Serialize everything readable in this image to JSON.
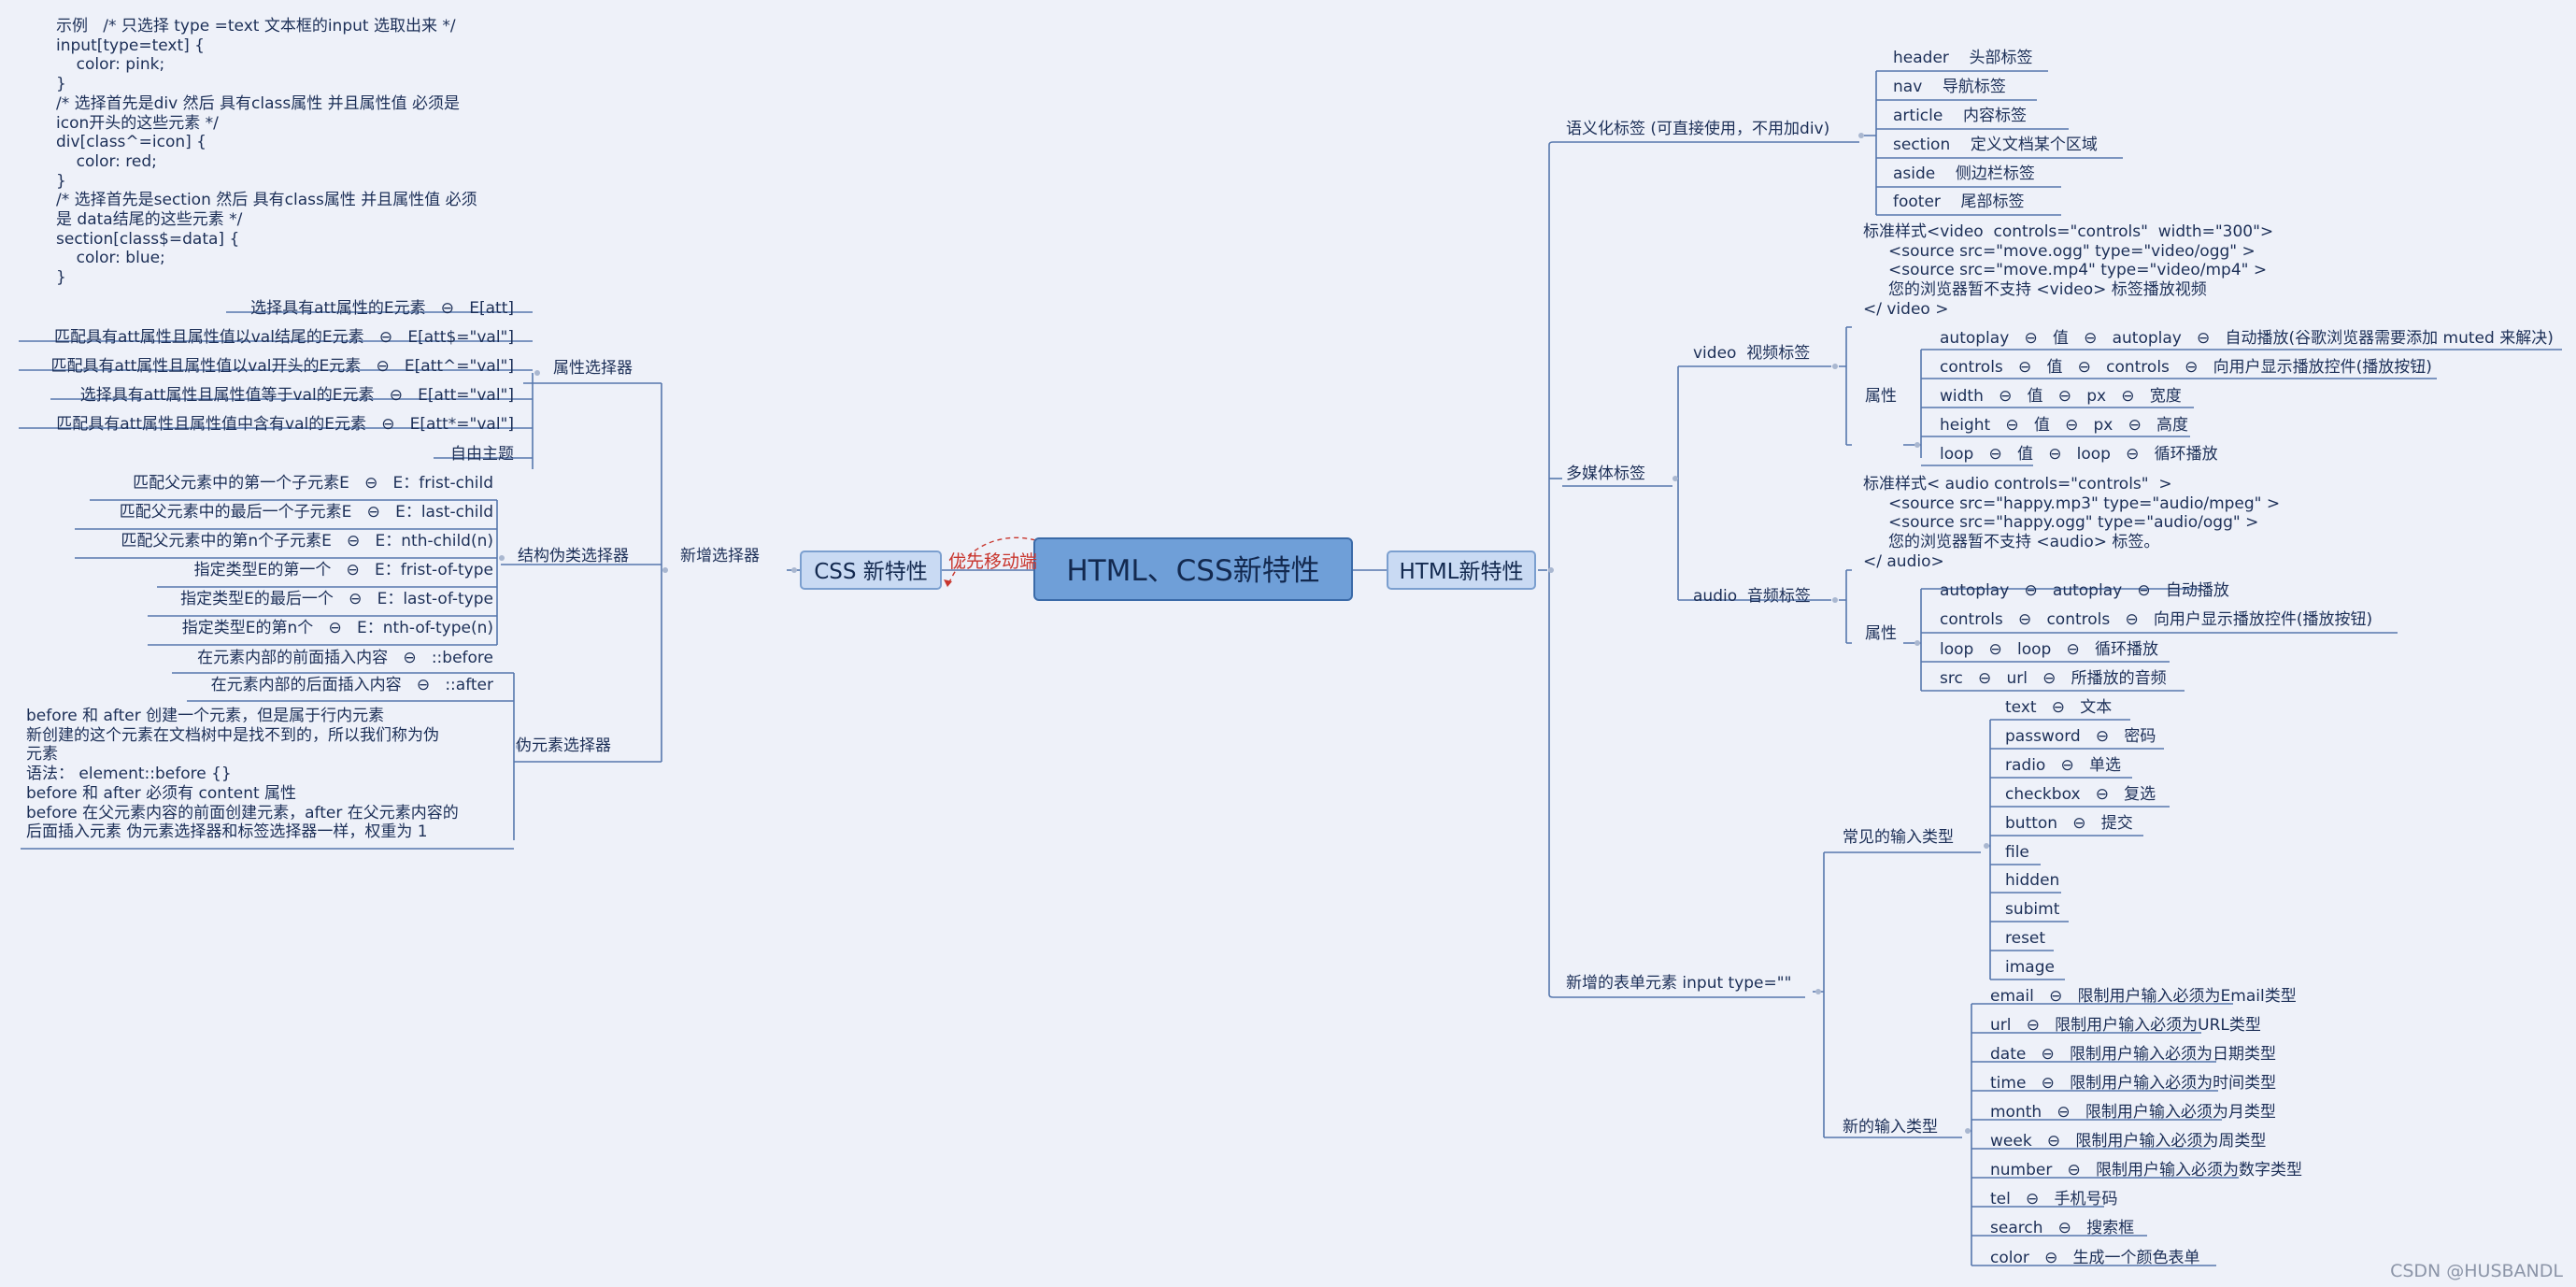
{
  "center": "HTML、CSS新特性",
  "html_main": "HTML新特性",
  "css_main": "CSS 新特性",
  "relation_label": "优先移动端",
  "html": {
    "semantic": {
      "title": "语义化标签 (可直接使用，不用加div)",
      "items": [
        [
          "header",
          "头部标签"
        ],
        [
          "nav",
          "导航标签"
        ],
        [
          "article",
          "内容标签"
        ],
        [
          "section",
          "定义文档某个区域"
        ],
        [
          "aside",
          "侧边栏标签"
        ],
        [
          "footer",
          "尾部标签"
        ]
      ]
    },
    "media": {
      "title": "多媒体标签",
      "video": {
        "label": "video  视频标签",
        "code": "标准样式<video  controls=\"controls\"  width=\"300\">\n     <source src=\"move.ogg\" type=\"video/ogg\" >\n     <source src=\"move.mp4\" type=\"video/mp4\" >\n     您的浏览器暂不支持 <video> 标签播放视频\n</ video >",
        "attr_label": "属性",
        "attrs": [
          [
            "autoplay",
            "值",
            "autoplay",
            "自动播放(谷歌浏览器需要添加 muted 来解决)"
          ],
          [
            "controls",
            "值",
            "controls",
            "向用户显示播放控件(播放按钮)"
          ],
          [
            "width",
            "值",
            "px",
            "宽度"
          ],
          [
            "height",
            "值",
            "px",
            "高度"
          ],
          [
            "loop",
            "值",
            "loop",
            "循环播放"
          ]
        ]
      },
      "audio": {
        "label": "audio  音频标签",
        "code": "标准样式< audio controls=\"controls\"  >\n     <source src=\"happy.mp3\" type=\"audio/mpeg\" >\n     <source src=\"happy.ogg\" type=\"audio/ogg\" >\n     您的浏览器暂不支持 <audio> 标签。\n</ audio>",
        "attr_label": "属性",
        "attrs": [
          [
            "autoplay",
            "autoplay",
            "自动播放"
          ],
          [
            "controls",
            "controls",
            "向用户显示播放控件(播放按钮)"
          ],
          [
            "loop",
            "loop",
            "循环播放"
          ],
          [
            "src",
            "url",
            "所播放的音频"
          ]
        ]
      }
    },
    "form": {
      "title": "新增的表单元素 input type=\"\"",
      "common": {
        "label": "常见的输入类型",
        "items": [
          [
            "text",
            "文本"
          ],
          [
            "password",
            "密码"
          ],
          [
            "radio",
            "单选"
          ],
          [
            "checkbox",
            "复选"
          ],
          [
            "button",
            "提交"
          ],
          [
            "file",
            ""
          ],
          [
            "hidden",
            ""
          ],
          [
            "subimt",
            ""
          ],
          [
            "reset",
            ""
          ],
          [
            "image",
            ""
          ]
        ]
      },
      "new": {
        "label": "新的输入类型",
        "items": [
          [
            "email",
            "限制用户输入必须为Email类型"
          ],
          [
            "url",
            "限制用户输入必须为URL类型"
          ],
          [
            "date",
            "限制用户输入必须为日期类型"
          ],
          [
            "time",
            "限制用户输入必须为时间类型"
          ],
          [
            "month",
            "限制用户输入必须为月类型"
          ],
          [
            "week",
            "限制用户输入必须为周类型"
          ],
          [
            "number",
            "限制用户输入必须为数字类型"
          ],
          [
            "tel",
            "手机号码"
          ],
          [
            "search",
            "搜索框"
          ],
          [
            "color",
            "生成一个颜色表单"
          ]
        ]
      }
    }
  },
  "css": {
    "new_selectors": "新增选择器",
    "example_code": "示例   /* 只选择 type =text 文本框的input 选取出来 */\ninput[type=text] {\n    color: pink;\n}\n/* 选择首先是div 然后 具有class属性 并且属性值 必须是\nicon开头的这些元素 */\ndiv[class^=icon] {\n    color: red;\n}\n/* 选择首先是section 然后 具有class属性 并且属性值 必须\n是 data结尾的这些元素 */\nsection[class$=data] {\n    color: blue;\n}",
    "attribute": {
      "label": "属性选择器",
      "items": [
        [
          "选择具有att属性的E元素",
          "E[att]"
        ],
        [
          "匹配具有att属性且属性值以val结尾的E元素",
          "E[att$=\"val\"]"
        ],
        [
          "匹配具有att属性且属性值以val开头的E元素",
          "E[att^=\"val\"]"
        ],
        [
          "选择具有att属性且属性值等于val的E元素",
          "E[att=\"val\"]"
        ],
        [
          "匹配具有att属性且属性值中含有val的E元素",
          "E[att*=\"val\"]"
        ],
        [
          "自由主题",
          ""
        ]
      ]
    },
    "structural": {
      "label": "结构伪类选择器",
      "items": [
        [
          "匹配父元素中的第一个子元素E",
          "E：frist-child"
        ],
        [
          "匹配父元素中的最后一个子元素E",
          "E：last-child"
        ],
        [
          "匹配父元素中的第n个子元素E",
          "E：nth-child(n)"
        ],
        [
          "指定类型E的第一个",
          "E：frist-of-type"
        ],
        [
          "指定类型E的最后一个",
          "E：last-of-type"
        ],
        [
          "指定类型E的第n个",
          "E：nth-of-type(n)"
        ]
      ]
    },
    "pseudo": {
      "label": "伪元素选择器",
      "items": [
        [
          "在元素内部的前面插入内容",
          "::before"
        ],
        [
          "在元素内部的后面插入内容",
          "::after"
        ]
      ],
      "note": "before 和 after 创建一个元素，但是属于行内元素\n新创建的这个元素在文档树中是找不到的，所以我们称为伪\n元素\n语法： element::before {}\nbefore 和 after 必须有 content 属性\nbefore 在父元素内容的前面创建元素，after 在父元素内容的\n后面插入元素 伪元素选择器和标签选择器一样，权重为 1"
    }
  },
  "watermark": "CSDN @HUSBANDL",
  "colors": {
    "line": "#5677ad",
    "center": "#6f9fd8",
    "main": "#c9daf3",
    "text": "#1c2f57",
    "relation": "#c8352d",
    "background": "#eef1f9"
  }
}
